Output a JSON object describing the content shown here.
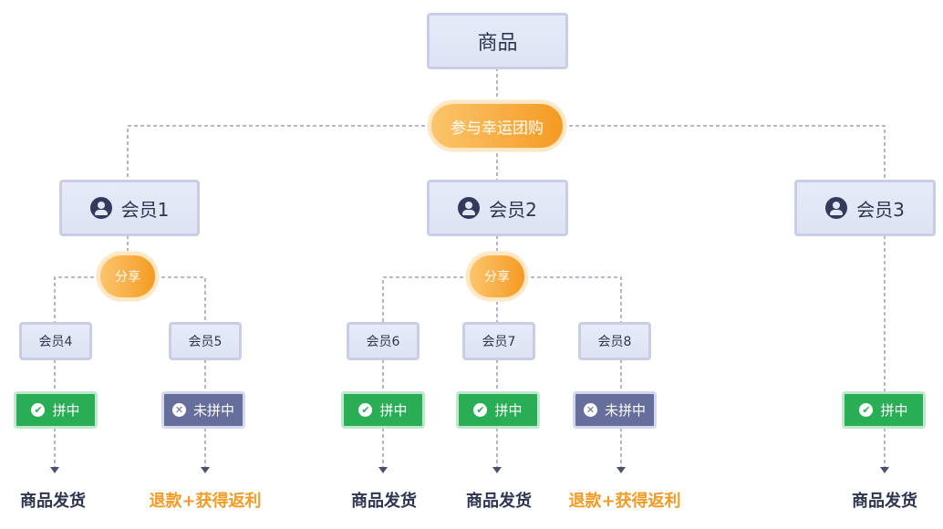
{
  "root": {
    "label": "商品"
  },
  "join": {
    "label": "参与幸运团购"
  },
  "members": {
    "m1": "会员1",
    "m2": "会员2",
    "m3": "会员3",
    "m4": "会员4",
    "m5": "会员5",
    "m6": "会员6",
    "m7": "会员7",
    "m8": "会员8"
  },
  "share": {
    "label": "分享"
  },
  "status": {
    "success": "拼中",
    "fail": "未拼中"
  },
  "outcome": {
    "ship": "商品发货",
    "refund": "退款+获得返利"
  },
  "colors": {
    "node_fill": "#e3e7f5",
    "node_border": "#c9cee6",
    "pill_orange": "#f59a23",
    "success_green": "#2aae55",
    "fail_slate": "#666f9c",
    "text_dark": "#2e3553",
    "connector": "#7a7f96"
  },
  "icons": {
    "member": "user-avatar-icon",
    "success": "check-circle-icon",
    "fail": "x-circle-icon"
  }
}
